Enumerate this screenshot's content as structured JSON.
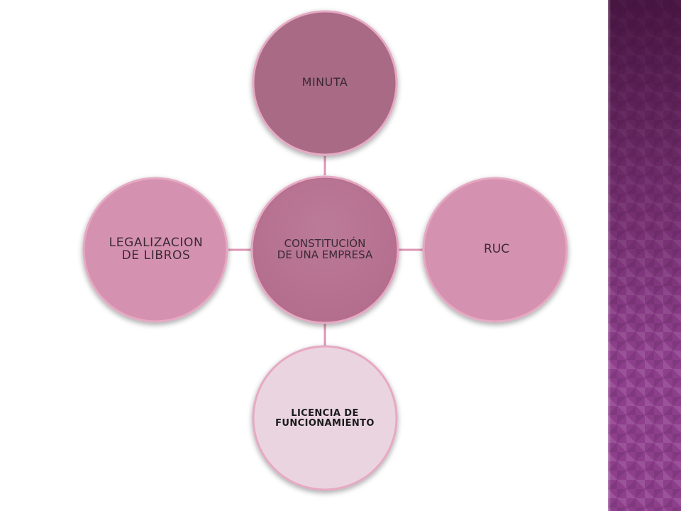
{
  "diagram": {
    "center": "CONSTITUCIÓN\nDE UNA EMPRESA",
    "top": "MINUTA",
    "right": "RUC",
    "bottom": "LICENCIA   DE\nFUNCIONAMIENTO",
    "left": "LEGALIZACION\nDE LIBROS"
  },
  "colors": {
    "center_fill": "#b46d8d",
    "top_fill": "#a86a85",
    "right_fill": "#d592b0",
    "bottom_fill": "#ead4e0",
    "left_fill": "#d592b0",
    "outline": "#e6a9c3",
    "connector": "#dd96b6",
    "label_light": "#3a2a33",
    "label_dark": "#1a1a1a",
    "side_panel": "#8e3f8c"
  }
}
